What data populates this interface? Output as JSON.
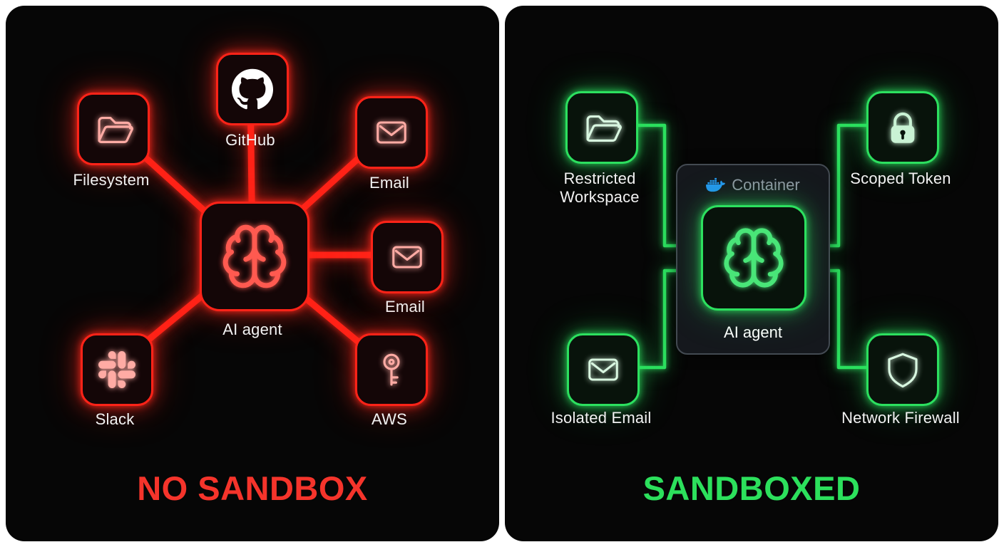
{
  "left": {
    "title": "NO SANDBOX",
    "accent_color": "#ff2318",
    "title_color": "#f5342b",
    "center": {
      "label": "AI agent",
      "icon": "brain-icon"
    },
    "nodes": [
      {
        "label": "Filesystem",
        "icon": "folder-icon"
      },
      {
        "label": "GitHub",
        "icon": "github-icon"
      },
      {
        "label": "Email",
        "icon": "envelope-icon"
      },
      {
        "label": "Email",
        "icon": "envelope-icon"
      },
      {
        "label": "Slack",
        "icon": "slack-icon"
      },
      {
        "label": "AWS",
        "icon": "key-icon"
      }
    ]
  },
  "right": {
    "title": "SANDBOXED",
    "accent_color": "#2ce05f",
    "title_color": "#2ce05c",
    "container": {
      "label": "Container",
      "icon": "docker-icon",
      "docker_blue": "#2496ED",
      "agent": {
        "label": "AI agent",
        "icon": "brain-icon"
      }
    },
    "nodes": [
      {
        "label": "Restricted Workspace",
        "icon": "folder-icon"
      },
      {
        "label": "Scoped Token",
        "icon": "lock-icon"
      },
      {
        "label": "Isolated Email",
        "icon": "envelope-icon"
      },
      {
        "label": "Network Firewall",
        "icon": "shield-icon"
      }
    ]
  }
}
